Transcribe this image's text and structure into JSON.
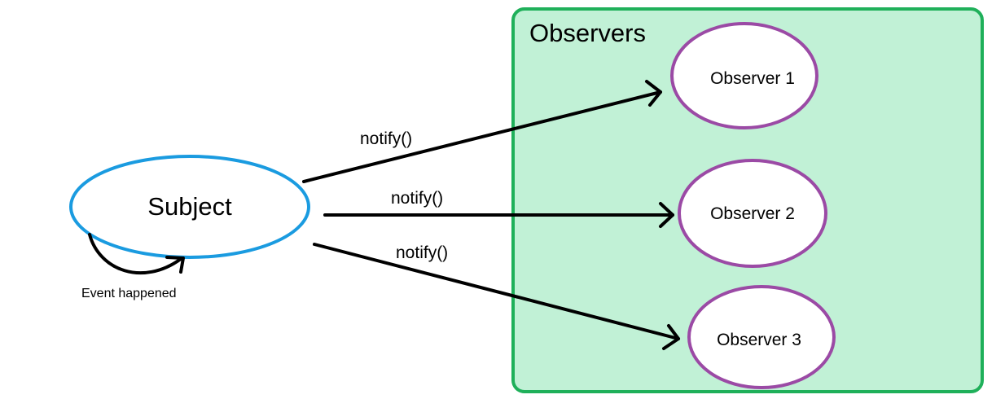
{
  "diagram": {
    "group": {
      "label": "Observers",
      "fill": "#c1f1d6",
      "stroke": "#1fb05a"
    },
    "subject": {
      "label": "Subject",
      "stroke": "#1a9be0"
    },
    "self_loop": {
      "label": "Event happened"
    },
    "observers": [
      {
        "label": "Observer 1"
      },
      {
        "label": "Observer 2"
      },
      {
        "label": "Observer 3"
      }
    ],
    "observer_stroke": "#9b4aa5",
    "edges": [
      {
        "label": "notify()"
      },
      {
        "label": "notify()"
      },
      {
        "label": "notify()"
      }
    ]
  }
}
